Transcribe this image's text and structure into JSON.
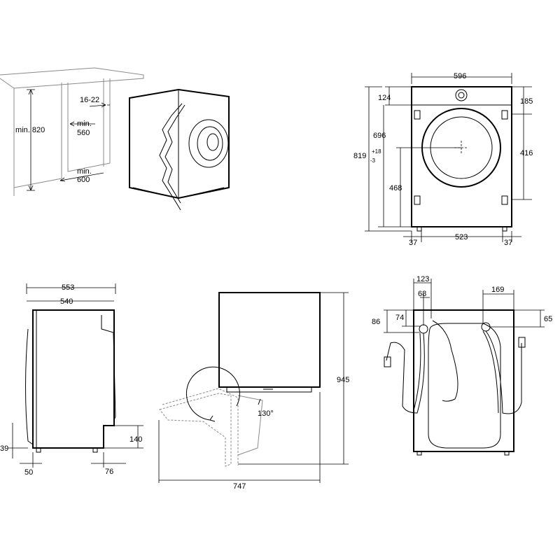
{
  "dimensions": {
    "niche": {
      "height": "min. 820",
      "gap": "16-22",
      "depth_line1": "min.",
      "depth_line2": "560",
      "width_line1": "min.",
      "width_line2": "600"
    },
    "front": {
      "width": "596",
      "top_offset": "124",
      "right_top": "185",
      "drum_height": "696",
      "total_height": "819",
      "tol_plus": "+18",
      "tol_minus": "-3",
      "right_mid": "416",
      "drum_low": "468",
      "foot_left": "37",
      "foot_span": "523",
      "foot_right": "37"
    },
    "side": {
      "depth_total": "553",
      "depth_body": "540",
      "bottom_left": "39",
      "foot_front": "50",
      "foot_rear": "76",
      "recess_height": "140"
    },
    "door": {
      "height": "945",
      "angle": "130°",
      "total_depth": "747"
    },
    "rear": {
      "inlet_from_left": "123",
      "drain_offset": "68",
      "drain_from_right": "169",
      "left_86": "86",
      "left_74": "74",
      "right_65": "65"
    }
  }
}
